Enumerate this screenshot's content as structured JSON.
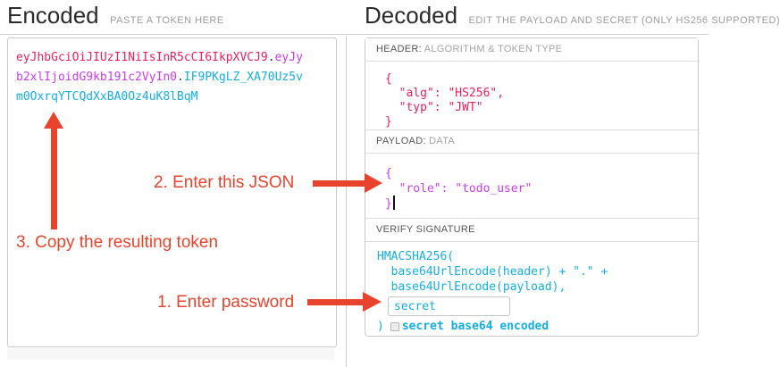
{
  "encoded": {
    "title": "Encoded",
    "subtitle": "PASTE A TOKEN HERE",
    "token_lines": [
      [
        {
          "t": "eyJhbGciOiJIUzI1NiIsInR5cCI6IkpXVCJ9",
          "c": "header"
        },
        {
          "t": ".",
          "c": "dot"
        },
        {
          "t": "eyJy",
          "c": "payload"
        }
      ],
      [
        {
          "t": "b2xlIjoidG9kb191c2VyIn0",
          "c": "payload"
        },
        {
          "t": ".",
          "c": "dot"
        },
        {
          "t": "IF9PKgLZ_XA70Uz5v",
          "c": "signature"
        }
      ],
      [
        {
          "t": "m0OxrqYTCQdXxBA0Oz4uK8lBqM",
          "c": "signature"
        }
      ]
    ]
  },
  "decoded": {
    "title": "Decoded",
    "subtitle": "EDIT THE PAYLOAD AND SECRET (ONLY HS256 SUPPORTED)",
    "header_section": {
      "label": "HEADER:",
      "label_note": "ALGORITHM & TOKEN TYPE",
      "json_lines": [
        "{",
        "  \"alg\": \"HS256\",",
        "  \"typ\": \"JWT\"",
        "}"
      ]
    },
    "payload_section": {
      "label": "PAYLOAD:",
      "label_note": "DATA",
      "json_lines": [
        "{",
        "  \"role\": \"todo_user\"",
        "}"
      ]
    },
    "signature_section": {
      "label": "VERIFY SIGNATURE",
      "code_lines": [
        "HMACSHA256(",
        "  base64UrlEncode(header) + \".\" +",
        "  base64UrlEncode(payload),"
      ],
      "secret_value": "secret",
      "closing_paren": ")",
      "checkbox_label": "secret base64 encoded"
    }
  },
  "annotations": {
    "step1": "1. Enter password",
    "step2": "2. Enter this JSON",
    "step3": "3. Copy the resulting token"
  },
  "colors": {
    "token_header": "#ec205b",
    "token_payload": "#c93cf0",
    "token_signature": "#13aee6",
    "annotation_red": "#e8432c"
  }
}
